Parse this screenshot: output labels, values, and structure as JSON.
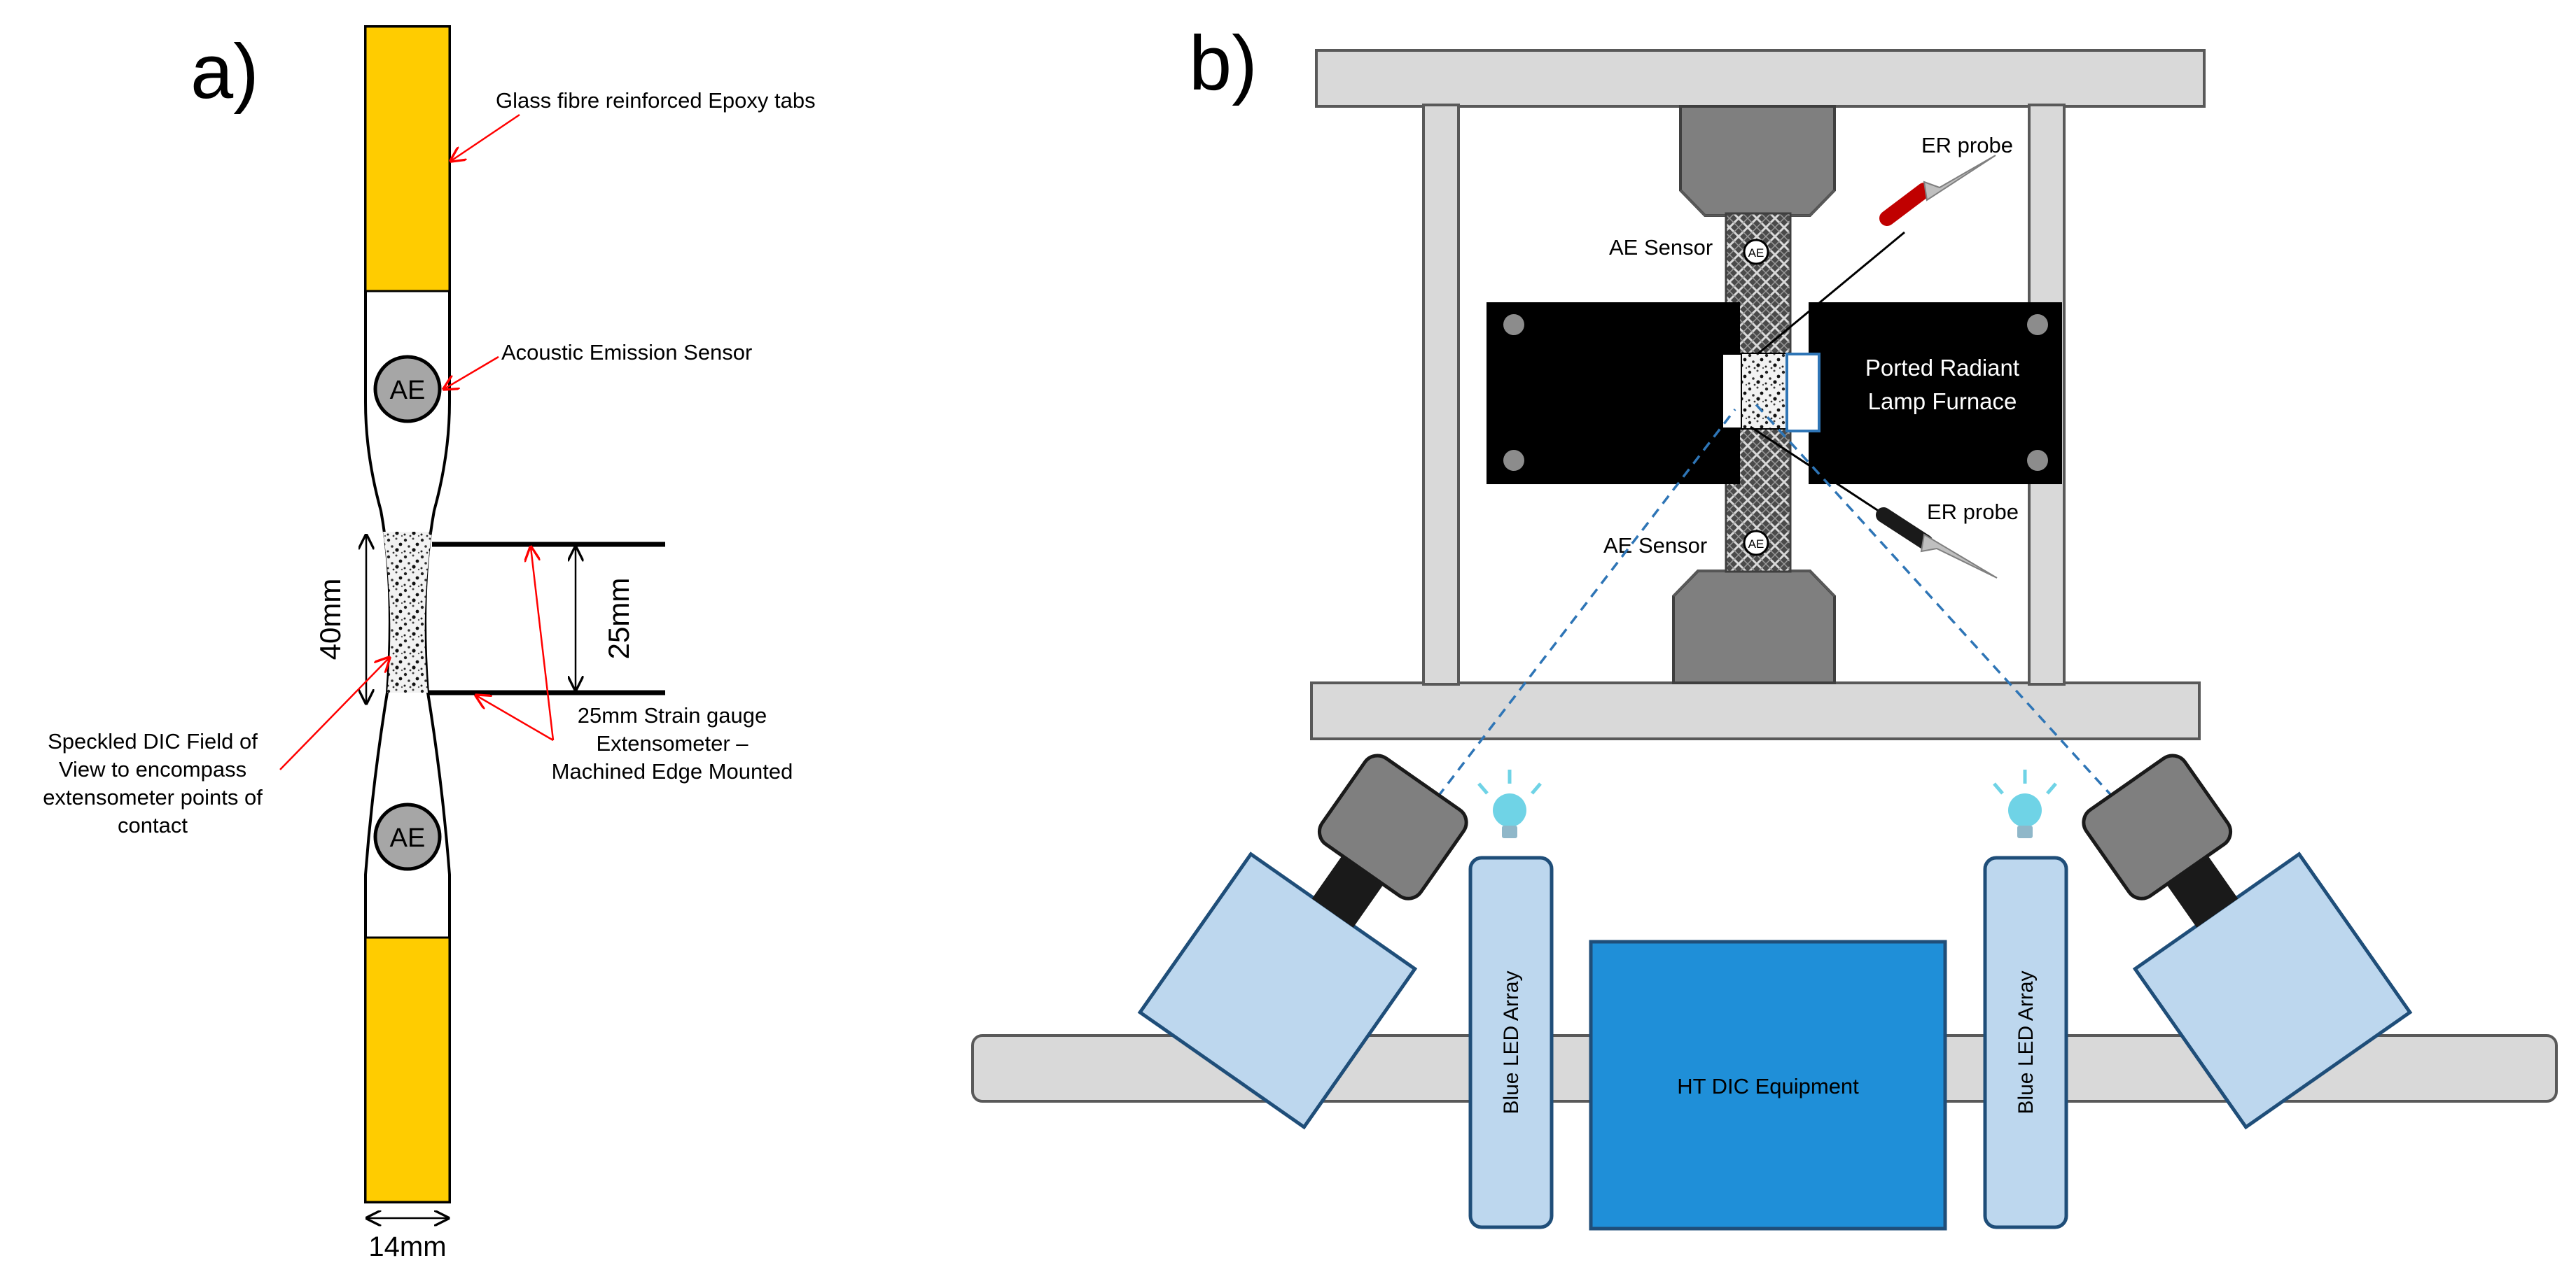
{
  "panel_a": {
    "label": "a)",
    "tab_annotation": "Glass fibre reinforced Epoxy tabs",
    "ae_annotation": "Acoustic Emission Sensor",
    "ae_top": "AE",
    "ae_bottom": "AE",
    "dim_40": "40mm",
    "dim_25": "25mm",
    "dim_14": "14mm",
    "dic_annotation": [
      "Speckled DIC Field of",
      "View to encompass",
      "extensometer points of",
      "contact"
    ],
    "extensometer_annotation": [
      "25mm Strain gauge",
      "Extensometer –",
      "Machined Edge Mounted"
    ]
  },
  "panel_b": {
    "label": "b)",
    "er_probe_top": "ER probe",
    "er_probe_bottom": "ER probe",
    "ae_sensor_top": "AE Sensor",
    "ae_sensor_bottom": "AE Sensor",
    "ae_top_badge": "AE",
    "ae_bottom_badge": "AE",
    "furnace": [
      "Ported Radiant",
      "Lamp  Furnace"
    ],
    "led_left": "Blue LED Array",
    "led_right": "Blue LED Array",
    "dic_equipment": "HT DIC Equipment"
  },
  "colors": {
    "tab_yellow": "#ffcc00",
    "annotation_red": "#ff0000",
    "frame_grey": "#d9d9d9",
    "grip_grey": "#7f7f7f",
    "furnace_black": "#000000",
    "camera_light_blue": "#bdd7ee",
    "dic_blue": "#1f8fd8",
    "dashed_blue": "#2e75b6",
    "bulb_cyan": "#6fd3e6"
  }
}
